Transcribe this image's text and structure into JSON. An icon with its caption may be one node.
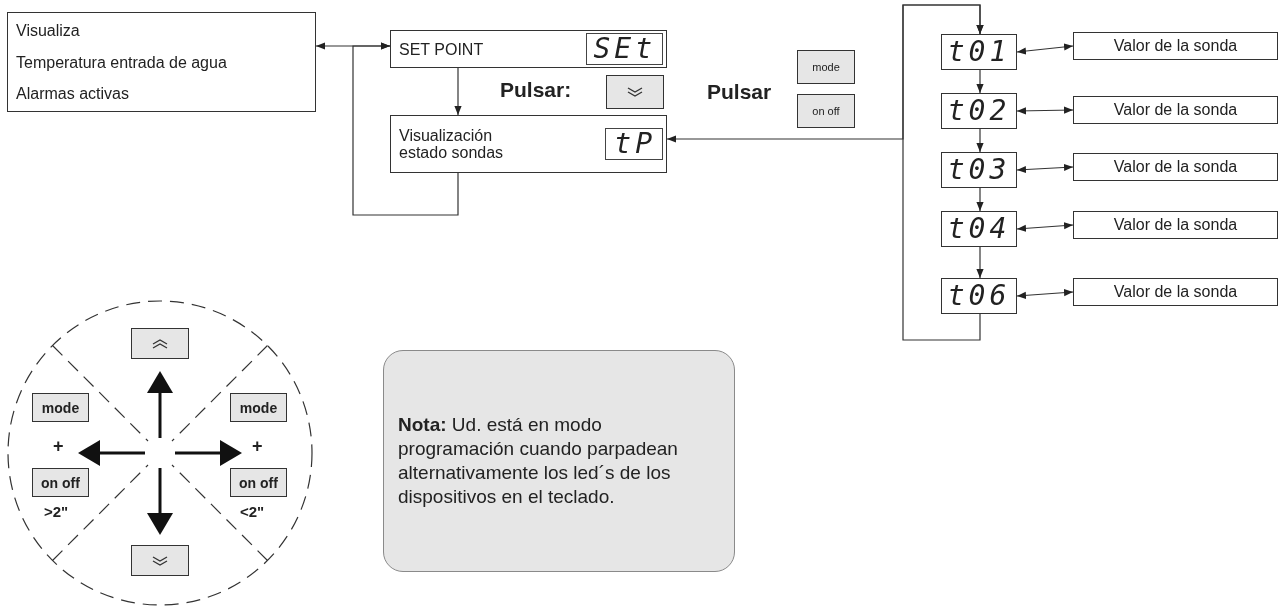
{
  "diagram": {
    "nodes": [
      {
        "text": [
          "Visualiza",
          "Temperatura entrada de agua",
          "Alarmas activas"
        ]
      },
      {
        "text": [
          "SET POINT",
          "SEt"
        ]
      },
      {
        "text": [
          "Visualización estado sondas",
          "tP"
        ]
      },
      {
        "text": [
          "t01"
        ]
      },
      {
        "text": [
          "t02"
        ]
      },
      {
        "text": [
          "t03"
        ]
      },
      {
        "text": [
          "t04"
        ]
      },
      {
        "text": [
          "t06"
        ]
      },
      {
        "text": [
          "Valor de la sonda"
        ]
      },
      {
        "text": [
          "Valor de la sonda"
        ]
      },
      {
        "text": [
          "Valor de la sonda"
        ]
      },
      {
        "text": [
          "Valor de la sonda"
        ]
      },
      {
        "text": [
          "Valor de la sonda"
        ]
      },
      {
        "text": [
          "**Nota:** Ud. está en modo programación cuando parpadean alternativamente los led´s de los dispositivos en el teclado."
        ]
      }
    ],
    "edges": [
      {
        "from": 0,
        "to": 1,
        "arrow": "both"
      },
      {
        "from": 1,
        "to": 2,
        "arrow": "to"
      },
      {
        "from": 2,
        "to": 1,
        "arrow": "to"
      },
      {
        "from": 2,
        "to": 3,
        "arrow": "both"
      },
      {
        "from": 3,
        "to": 4,
        "arrow": "to"
      },
      {
        "from": 4,
        "to": 5,
        "arrow": "to"
      },
      {
        "from": 5,
        "to": 6,
        "arrow": "to"
      },
      {
        "from": 6,
        "to": 7,
        "arrow": "to"
      },
      {
        "from": 7,
        "to": 3,
        "arrow": "to"
      },
      {
        "from": 3,
        "to": 8,
        "arrow": "both"
      },
      {
        "from": 4,
        "to": 9,
        "arrow": "both"
      },
      {
        "from": 5,
        "to": 10,
        "arrow": "both"
      },
      {
        "from": 6,
        "to": 11,
        "arrow": "both"
      },
      {
        "from": 7,
        "to": 12,
        "arrow": "both"
      }
    ],
    "labels": [
      "Pulsar:",
      "Pulsar",
      "mode",
      "on off",
      "mode",
      "+",
      "on off",
      ">2\"",
      "mode",
      "+",
      "on off",
      "<2\""
    ]
  }
}
